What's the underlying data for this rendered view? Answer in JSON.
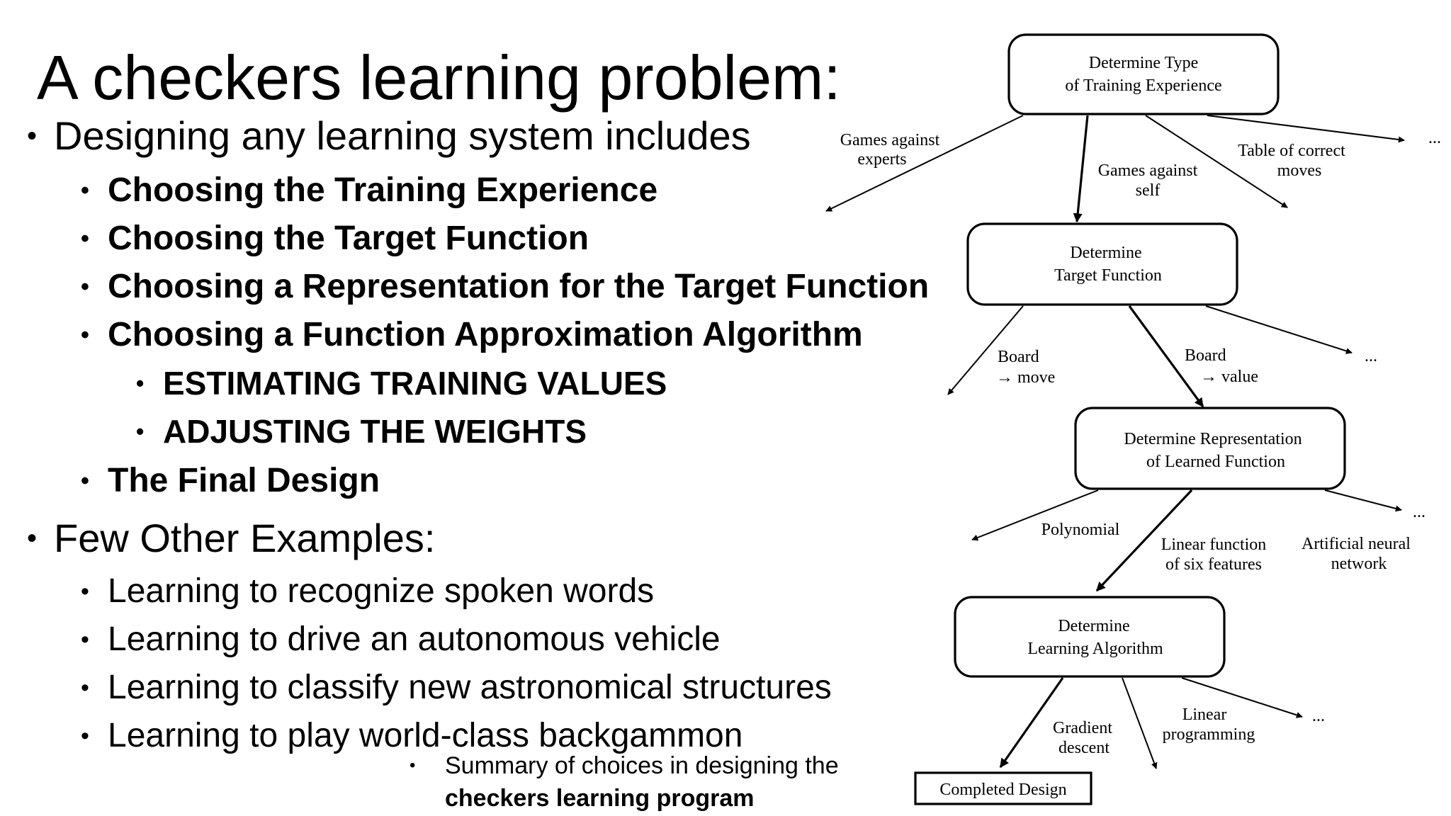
{
  "slide": {
    "title": "A checkers learning problem:",
    "bullets": [
      {
        "level": 1,
        "bold": false,
        "text": "Designing any learning system includes"
      },
      {
        "level": 2,
        "bold": true,
        "text": "Choosing the Training Experience"
      },
      {
        "level": 2,
        "bold": true,
        "text": "Choosing the Target Function"
      },
      {
        "level": 2,
        "bold": true,
        "text": "Choosing a Representation for the Target Function"
      },
      {
        "level": 2,
        "bold": true,
        "text": "Choosing a Function Approximation Algorithm"
      },
      {
        "level": 3,
        "bold": true,
        "text": "ESTIMATING TRAINING VALUES"
      },
      {
        "level": 3,
        "bold": true,
        "text": "ADJUSTING THE WEIGHTS"
      },
      {
        "level": 2,
        "bold": true,
        "text": "The Final Design"
      },
      {
        "level": 1,
        "bold": false,
        "text": "Few Other Examples:"
      },
      {
        "level": 2,
        "bold": false,
        "text": "Learning to recognize spoken words"
      },
      {
        "level": 2,
        "bold": false,
        "text": "Learning to drive an autonomous vehicle"
      },
      {
        "level": 2,
        "bold": false,
        "text": "Learning to classify new astronomical structures"
      },
      {
        "level": 2,
        "bold": false,
        "text": "Learning to play world-class backgammon"
      }
    ],
    "bullet_glyph": "•",
    "note": {
      "line1": "Summary of choices in designing the",
      "line2": "checkers learning program"
    }
  },
  "diagram": {
    "boxes": {
      "training": [
        "Determine Type",
        "of Training Experience"
      ],
      "target": [
        "Determine",
        "Target Function"
      ],
      "representation": [
        "Determine Representation",
        "of Learned Function"
      ],
      "algorithm": [
        "Determine",
        "Learning Algorithm"
      ],
      "completed": [
        "Completed Design"
      ]
    },
    "labels": {
      "games_experts": [
        "Games against",
        "experts"
      ],
      "games_self": [
        "Games against",
        "self"
      ],
      "table_moves": [
        "Table of correct",
        "moves"
      ],
      "board_move": [
        "Board",
        "→ move"
      ],
      "board_value": [
        "Board",
        "→ value"
      ],
      "polynomial": [
        "Polynomial"
      ],
      "linear_function": [
        "Linear function",
        "of six features"
      ],
      "ann": [
        "Artificial neural",
        "network"
      ],
      "gradient": [
        "Gradient",
        "descent"
      ],
      "linear_prog": [
        "Linear",
        "programming"
      ]
    },
    "ellipsis": "..."
  }
}
